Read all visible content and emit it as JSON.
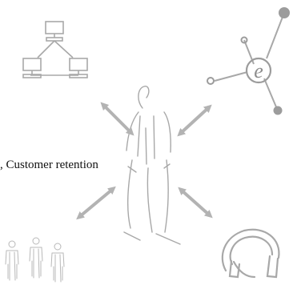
{
  "diagram": {
    "caption": ", Customer retention",
    "nodes": [
      {
        "id": "network",
        "icon": "network-topology-icon"
      },
      {
        "id": "e-business",
        "icon": "e-letter-molecule-icon"
      },
      {
        "id": "center-person",
        "icon": "person-outline-icon"
      },
      {
        "id": "group",
        "icon": "group-of-people-icon"
      },
      {
        "id": "support",
        "icon": "headset-icon"
      }
    ],
    "colors": {
      "line": "#a8a8a8",
      "arrow": "#b3b3b3",
      "node_fill": "#9c9c9c",
      "text": "#111111"
    }
  }
}
